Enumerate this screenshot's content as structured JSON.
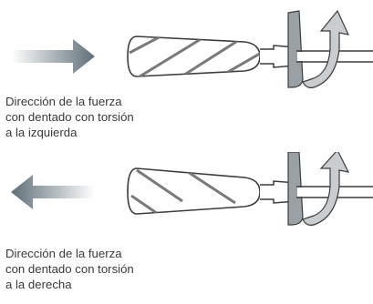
{
  "panels": [
    {
      "force_arrow_direction": "right",
      "flute_twist": "left",
      "caption_lines": [
        "Dirección de la fuerza",
        "con dentado con torsión",
        "a la izquierda"
      ]
    },
    {
      "force_arrow_direction": "left",
      "flute_twist": "right",
      "caption_lines": [
        "Dirección de la fuerza",
        "con dentado con torsión",
        "a la derecha"
      ]
    }
  ],
  "colors": {
    "outline": "#3c3c3c",
    "flute_stripe": "#7a7a7a",
    "arrow_dark": "#5e6f78",
    "arrow_light": "#ffffff",
    "rotation_band_back": "#9aa1a6",
    "rotation_band_front": "#c9cdd0"
  },
  "icons": {
    "force_arrow": "arrow-icon",
    "rotation_arrow": "rotation-arrow-icon"
  }
}
